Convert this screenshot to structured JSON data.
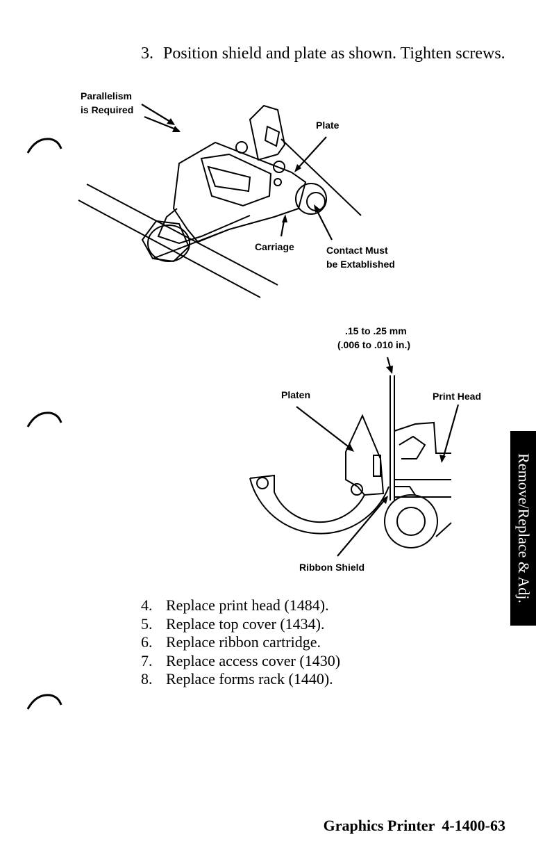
{
  "step3": {
    "number": "3.",
    "text": "Position shield and plate as shown. Tighten screws."
  },
  "figure1": {
    "parallelism_line1": "Parallelism",
    "parallelism_line2": "is Required",
    "plate": "Plate",
    "carriage": "Carriage",
    "contact_line1": "Contact Must",
    "contact_line2": "be Extablished"
  },
  "figure2": {
    "gap_line1": ".15 to .25 mm",
    "gap_line2": "(.006 to .010 in.)",
    "platen": "Platen",
    "print_head": "Print Head",
    "ribbon_shield": "Ribbon Shield"
  },
  "steps": [
    {
      "number": "4.",
      "text": "Replace print head (1484)."
    },
    {
      "number": "5.",
      "text": "Replace top cover (1434)."
    },
    {
      "number": "6.",
      "text": "Replace ribbon cartridge."
    },
    {
      "number": "7.",
      "text": "Replace access cover (1430)"
    },
    {
      "number": "8.",
      "text": "Replace forms rack (1440)."
    }
  ],
  "side_tab": "Remove/Replace & Adj.",
  "footer": {
    "title": "Graphics Printer",
    "page": "4-1400-63"
  }
}
